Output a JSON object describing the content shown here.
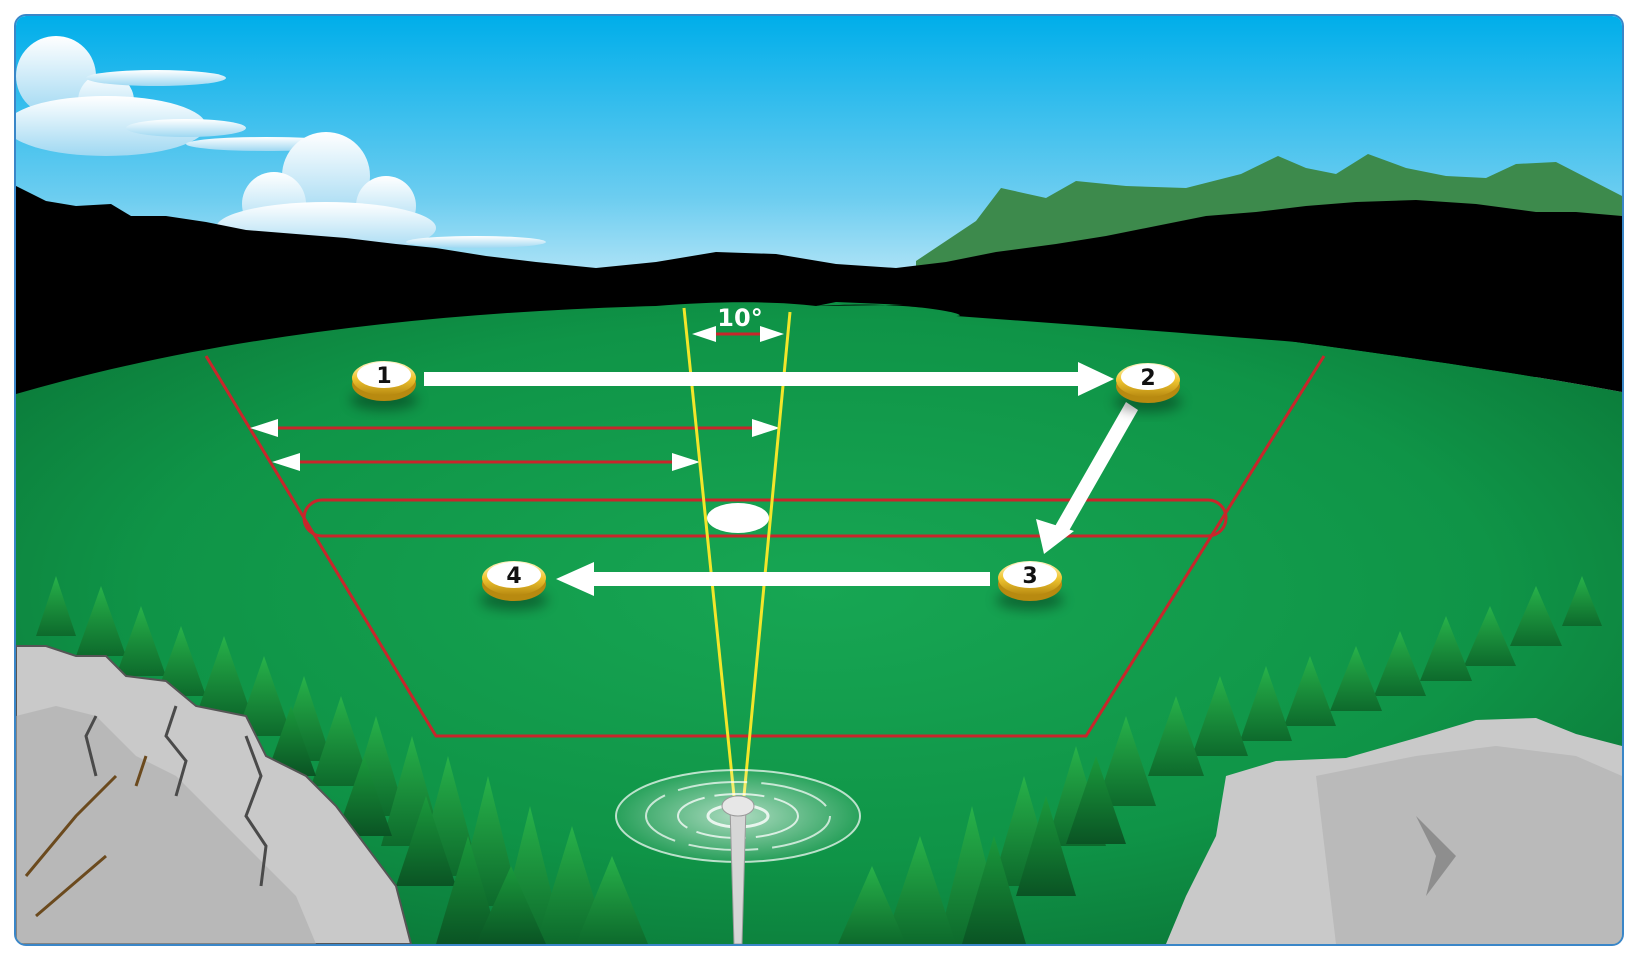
{
  "diagram": {
    "angle_label": "10°",
    "waypoints": [
      {
        "label": "1"
      },
      {
        "label": "2"
      },
      {
        "label": "3"
      },
      {
        "label": "4"
      }
    ]
  },
  "colors": {
    "sky_top": "#00aee8",
    "sky_bottom": "#e9f6fb",
    "field_green": "#12994a",
    "boundary_red": "#c8262b",
    "guide_yellow": "#f2e62a",
    "waypoint_gold": "#e8b820",
    "rock_gray": "#c9c9c9",
    "path_white": "#ffffff"
  },
  "icons": [
    "cloud-icon",
    "mountain-icon",
    "tree-icon",
    "rock-icon",
    "waypoint-marker-icon",
    "arrow-icon",
    "drone-icon"
  ]
}
